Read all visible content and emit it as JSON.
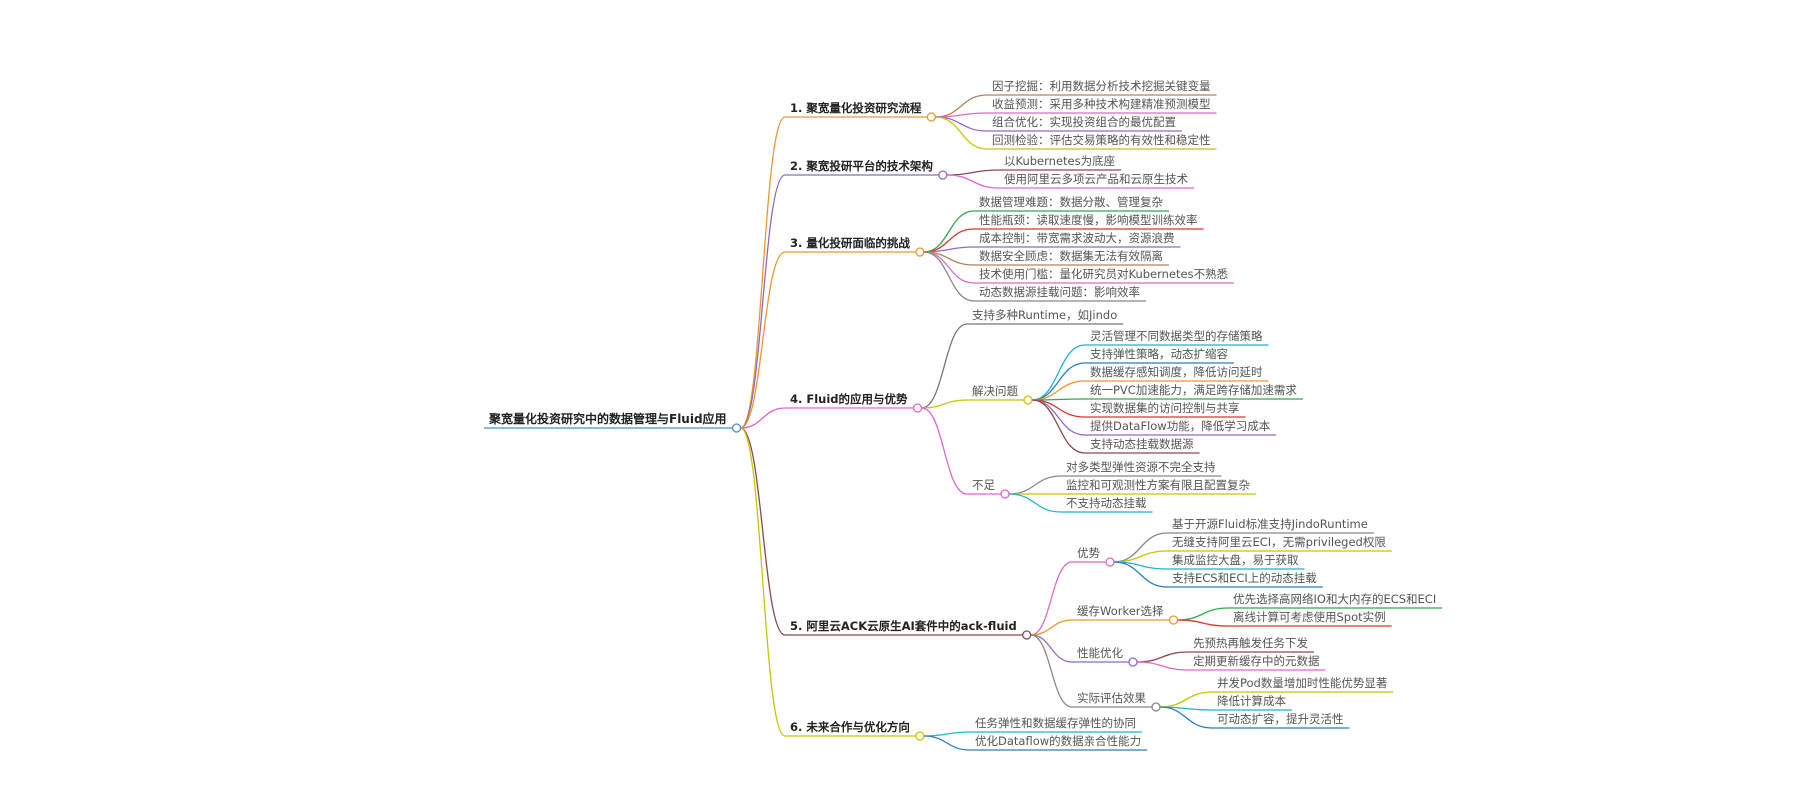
{
  "mindmap": {
    "root": {
      "id": "root",
      "label": "聚宽量化投资研究中的数据管理与Fluid应用",
      "color": "#4a90c8",
      "children": [
        {
          "id": "b1",
          "label": "1. 聚宽量化投资研究流程",
          "color": "#f0962c",
          "children": [
            {
              "id": "b1c1",
              "label": "因子挖掘：利用数据分析技术挖掘关键变量",
              "color": "#b4825a"
            },
            {
              "id": "b1c2",
              "label": "收益预测：采用多种技术构建精准预测模型",
              "color": "#e067c8"
            },
            {
              "id": "b1c3",
              "label": "组合优化：实现投资组合的最优配置",
              "color": "#8e6bc7"
            },
            {
              "id": "b1c4",
              "label": "回测检验：评估交易策略的有效性和稳定性",
              "color": "#c9c400"
            }
          ]
        },
        {
          "id": "b2",
          "label": "2. 聚宽投研平台的技术架构",
          "color": "#8e6bc7",
          "children": [
            {
              "id": "b2c1",
              "label": "以Kubernetes为底座",
              "color": "#8b4a4a"
            },
            {
              "id": "b2c2",
              "label": "使用阿里云多项云产品和云原生技术",
              "color": "#e067c8"
            }
          ]
        },
        {
          "id": "b3",
          "label": "3. 量化投研面临的挑战",
          "color": "#f0962c",
          "children": [
            {
              "id": "b3c1",
              "label": "数据管理难题：数据分散、管理复杂",
              "color": "#2ea84a"
            },
            {
              "id": "b3c2",
              "label": "性能瓶颈：读取速度慢，影响模型训练效率",
              "color": "#d9362b"
            },
            {
              "id": "b3c3",
              "label": "成本控制：带宽需求波动大，资源浪费",
              "color": "#8e6bc7"
            },
            {
              "id": "b3c4",
              "label": "数据安全顾虑：数据集无法有效隔离",
              "color": "#b4825a"
            },
            {
              "id": "b3c5",
              "label": "技术使用门槛：量化研究员对Kubernetes不熟悉",
              "color": "#e067c8"
            },
            {
              "id": "b3c6",
              "label": "动态数据源挂载问题：影响效率",
              "color": "#888888"
            }
          ]
        },
        {
          "id": "b4",
          "label": "4. Fluid的应用与优势",
          "color": "#e067c8",
          "children": [
            {
              "id": "b4c1",
              "label": "支持多种Runtime，如Jindo",
              "color": "#777777"
            },
            {
              "id": "b4c2",
              "label": "解决问题",
              "color": "#c9c400",
              "children": [
                {
                  "id": "b4c2a",
                  "label": "灵活管理不同数据类型的存储策略",
                  "color": "#1fb5c9"
                },
                {
                  "id": "b4c2b",
                  "label": "支持弹性策略，动态扩缩容",
                  "color": "#2a7fb8"
                },
                {
                  "id": "b4c2c",
                  "label": "数据缓存感知调度，降低访问延时",
                  "color": "#f0962c"
                },
                {
                  "id": "b4c2d",
                  "label": "统一PVC加速能力，满足跨存储加速需求",
                  "color": "#2ea84a"
                },
                {
                  "id": "b4c2e",
                  "label": "实现数据集的访问控制与共享",
                  "color": "#d9362b"
                },
                {
                  "id": "b4c2f",
                  "label": "提供DataFlow功能，降低学习成本",
                  "color": "#8e6bc7"
                },
                {
                  "id": "b4c2g",
                  "label": "支持动态挂载数据源",
                  "color": "#8b4a4a"
                }
              ]
            },
            {
              "id": "b4c3",
              "label": "不足",
              "color": "#e067c8",
              "children": [
                {
                  "id": "b4c3a",
                  "label": "对多类型弹性资源不完全支持",
                  "color": "#888888"
                },
                {
                  "id": "b4c3b",
                  "label": "监控和可观测性方案有限且配置复杂",
                  "color": "#c9c400"
                },
                {
                  "id": "b4c3c",
                  "label": "不支持动态挂载",
                  "color": "#1fb5c9"
                }
              ]
            }
          ]
        },
        {
          "id": "b5",
          "label": "5. 阿里云ACK云原生AI套件中的ack-fluid",
          "color": "#8b4a4a",
          "children": [
            {
              "id": "b5c1",
              "label": "优势",
              "color": "#e067c8",
              "children": [
                {
                  "id": "b5c1a",
                  "label": "基于开源Fluid标准支持JindoRuntime",
                  "color": "#888888"
                },
                {
                  "id": "b5c1b",
                  "label": "无缝支持阿里云ECI，无需privileged权限",
                  "color": "#c9c400"
                },
                {
                  "id": "b5c1c",
                  "label": "集成监控大盘，易于获取",
                  "color": "#1fb5c9"
                },
                {
                  "id": "b5c1d",
                  "label": "支持ECS和ECI上的动态挂载",
                  "color": "#2a7fb8"
                }
              ]
            },
            {
              "id": "b5c2",
              "label": "缓存Worker选择",
              "color": "#f0962c",
              "children": [
                {
                  "id": "b5c2a",
                  "label": "优先选择高网络IO和大内存的ECS和ECI",
                  "color": "#2ea84a"
                },
                {
                  "id": "b5c2b",
                  "label": "离线计算可考虑使用Spot实例",
                  "color": "#d9362b"
                }
              ]
            },
            {
              "id": "b5c3",
              "label": "性能优化",
              "color": "#8e6bc7",
              "children": [
                {
                  "id": "b5c3a",
                  "label": "先预热再触发任务下发",
                  "color": "#8b4a4a"
                },
                {
                  "id": "b5c3b",
                  "label": "定期更新缓存中的元数据",
                  "color": "#e067c8"
                }
              ]
            },
            {
              "id": "b5c4",
              "label": "实际评估效果",
              "color": "#888888",
              "children": [
                {
                  "id": "b5c4a",
                  "label": "并发Pod数量增加时性能优势显著",
                  "color": "#c9c400"
                },
                {
                  "id": "b5c4b",
                  "label": "降低计算成本",
                  "color": "#1fb5c9"
                },
                {
                  "id": "b5c4c",
                  "label": "可动态扩容，提升灵活性",
                  "color": "#2a7fb8"
                }
              ]
            }
          ]
        },
        {
          "id": "b6",
          "label": "6. 未来合作与优化方向",
          "color": "#c9c400",
          "children": [
            {
              "id": "b6c1",
              "label": "任务弹性和数据缓存弹性的协同",
              "color": "#1fb5c9"
            },
            {
              "id": "b6c2",
              "label": "优化Dataflow的数据亲合性能力",
              "color": "#2a7fb8"
            }
          ]
        }
      ]
    }
  }
}
